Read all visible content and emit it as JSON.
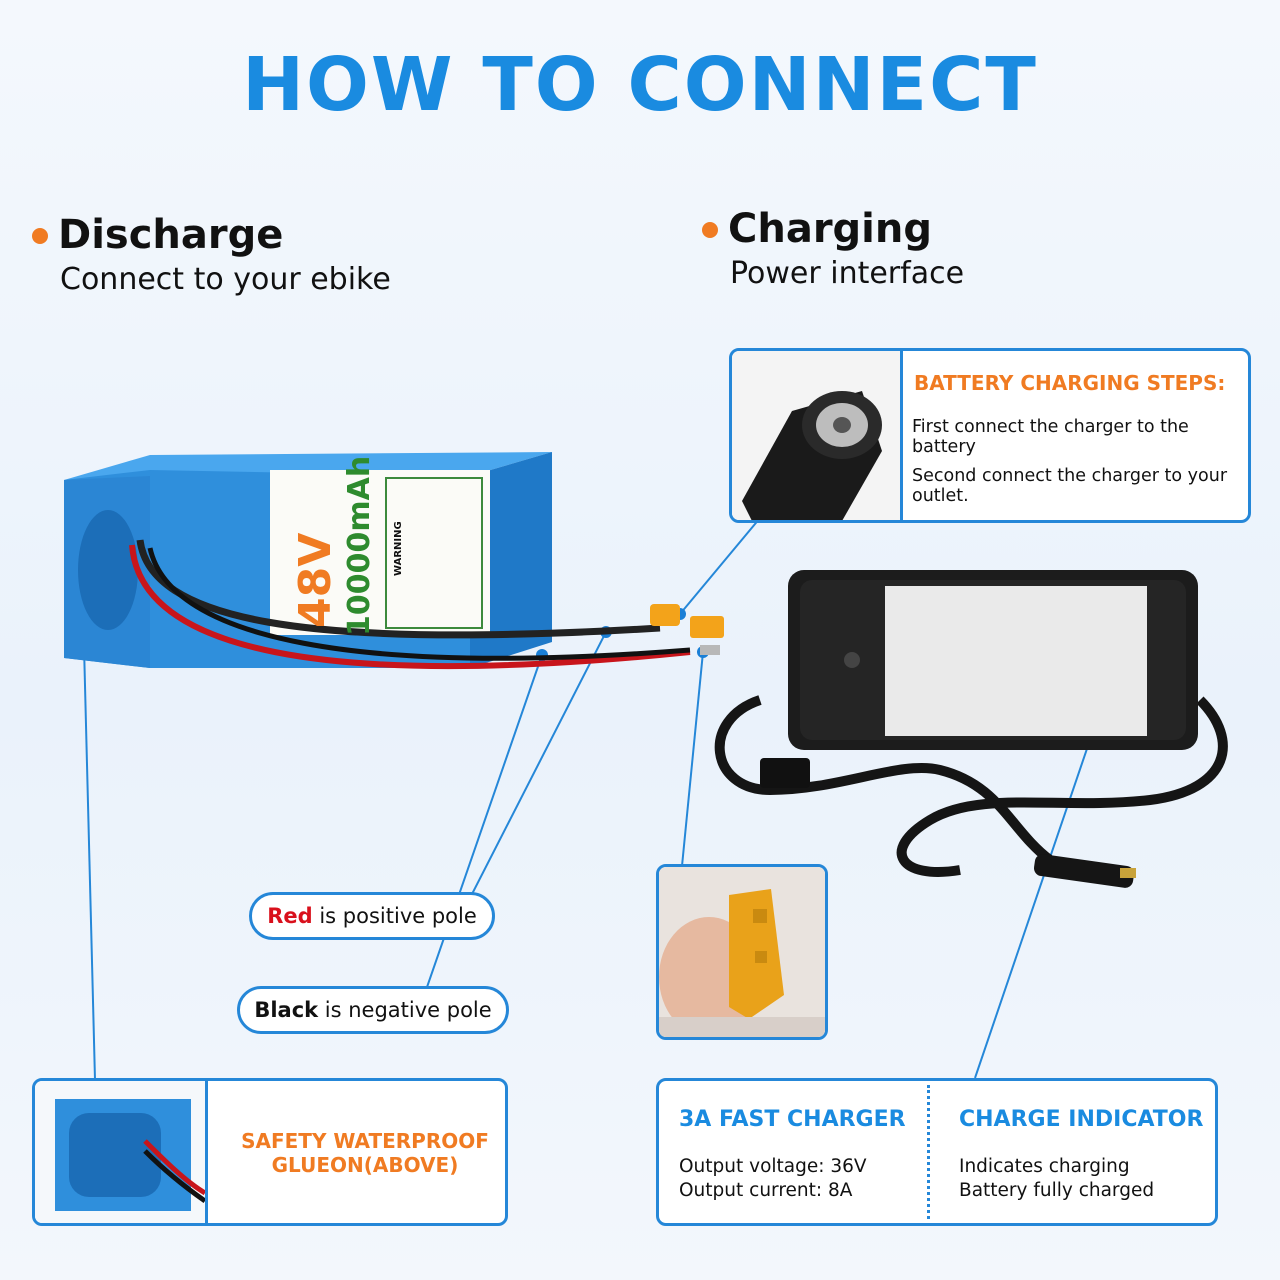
{
  "title": "HOW TO CONNECT",
  "discharge": {
    "heading": "Discharge",
    "subheading": "Connect to your ebike"
  },
  "charging": {
    "heading": "Charging",
    "subheading": "Power interface"
  },
  "battery": {
    "voltage": "48V",
    "capacity": "10000mAh",
    "warning": "WARNING"
  },
  "steps": {
    "title": "BATTERY CHARGING STEPS:",
    "lines": [
      "First connect the charger to the battery",
      "Second connect the charger to your outlet."
    ]
  },
  "poles": {
    "red": {
      "word": "Red",
      "rest": " is positive pole"
    },
    "black": {
      "word": "Black",
      "rest": " is negative pole"
    }
  },
  "glue": {
    "line1": "SAFETY WATERPROOF",
    "line2": "GLUEON(ABOVE)"
  },
  "charger_spec": {
    "heading": "3A FAST CHARGER",
    "lines": [
      "Output voltage: 36V",
      "Output current: 8A"
    ]
  },
  "indicator": {
    "heading": "CHARGE INDICATOR",
    "lines": [
      "Indicates charging",
      "Battery fully charged"
    ]
  },
  "colors": {
    "accent": "#1a8be0",
    "orange": "#f07b22",
    "red": "#d9101c",
    "battery": "#2f8fdc"
  }
}
